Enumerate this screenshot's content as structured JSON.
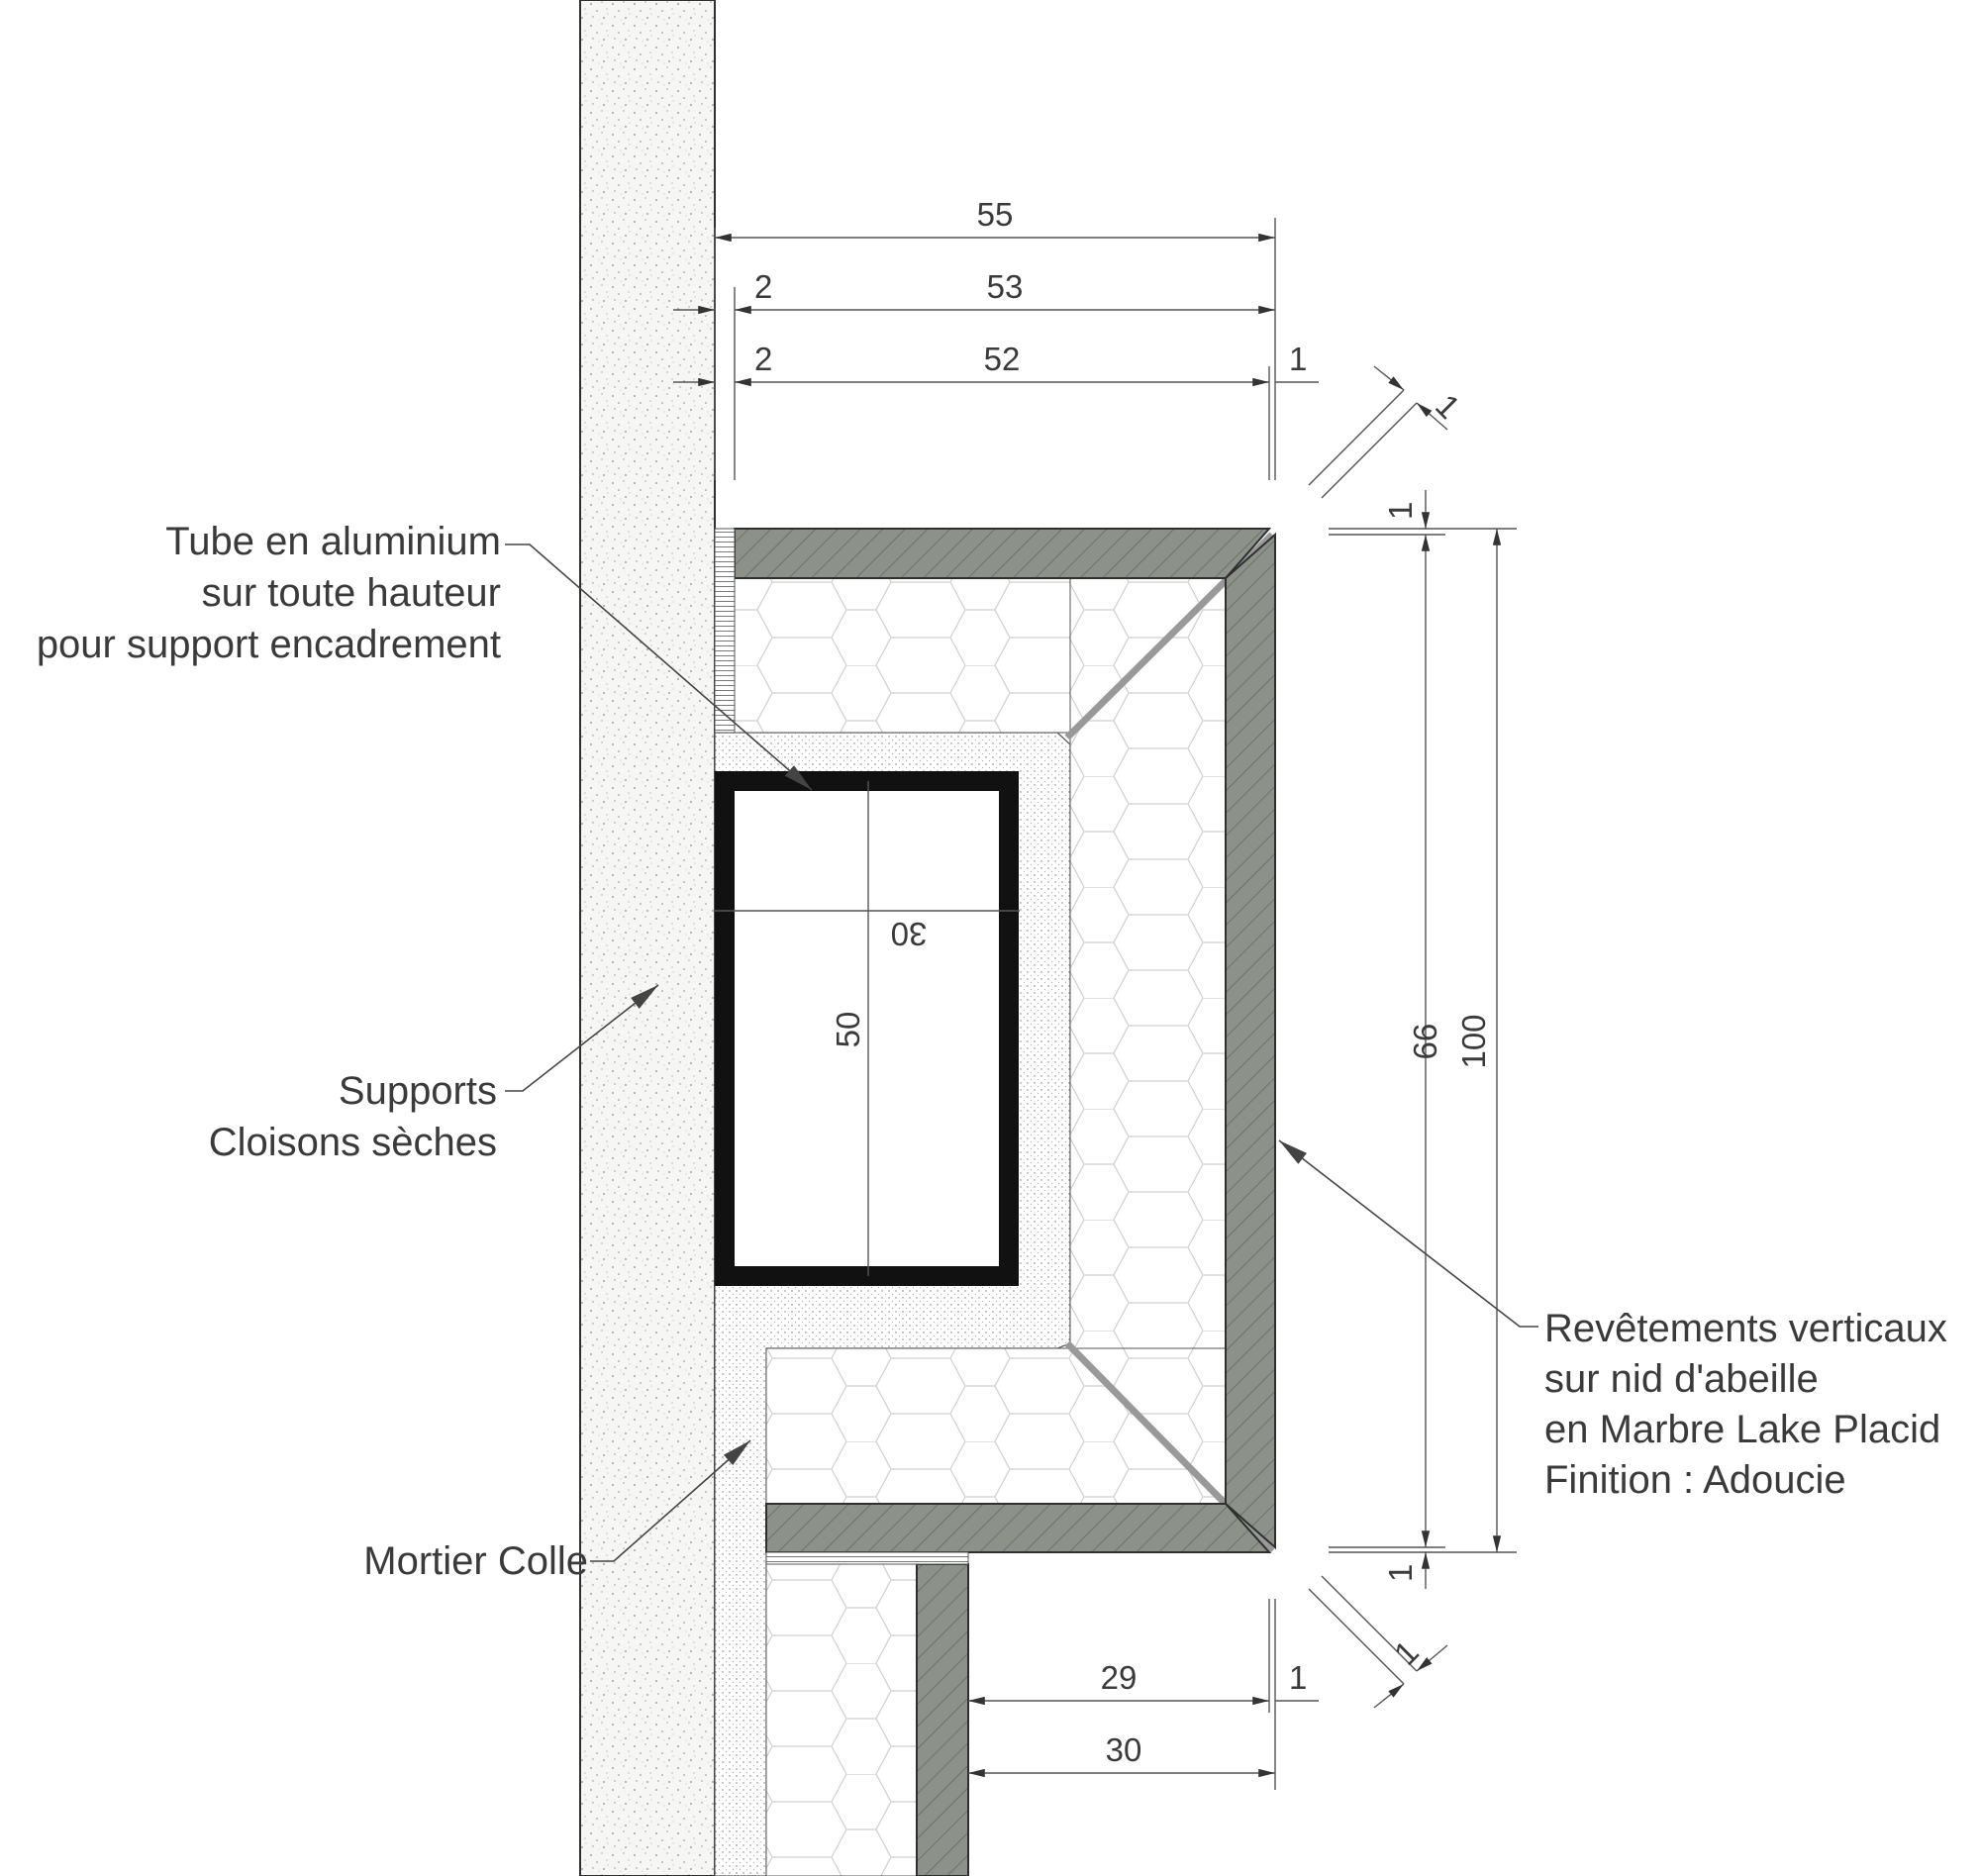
{
  "labels": {
    "tube": [
      "Tube en aluminium",
      "sur toute hauteur",
      "pour support encadrement"
    ],
    "supports": [
      "Supports",
      "Cloisons sèches"
    ],
    "mortier": "Mortier Colle",
    "revetements": [
      "Revêtements verticaux",
      "sur nid d'abeille",
      "en Marbre Lake Placid",
      "Finition : Adoucie"
    ]
  },
  "dimensions": {
    "top_overall": "55",
    "top_second_left": "2",
    "top_second": "53",
    "top_third_left": "2",
    "top_third": "52",
    "top_third_right": "1",
    "diag_top": "1",
    "right_top_small": "1",
    "right_inner": "99",
    "right_outer": "100",
    "right_bottom_small": "1",
    "diag_bottom": "1",
    "bottom_first": "29",
    "bottom_first_right": "1",
    "bottom_second": "30",
    "tube_width": "30",
    "tube_height": "50"
  },
  "colors": {
    "marble": "#8c918a",
    "support": "#f4f4f2",
    "tube": "#111111",
    "line": "#444444"
  }
}
